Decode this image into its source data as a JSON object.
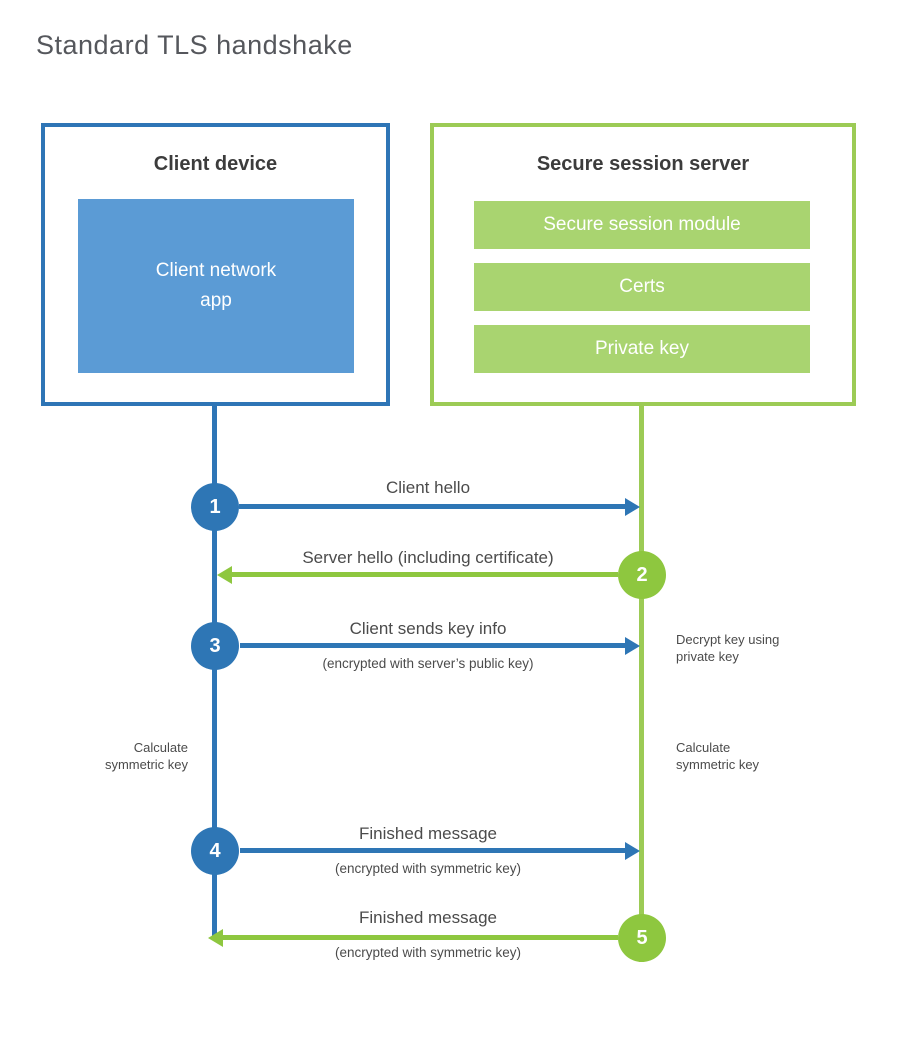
{
  "title": "Standard TLS handshake",
  "colors": {
    "blue": "#2e75b6",
    "blue_light": "#5b9bd5",
    "green": "#8ec73f",
    "green_border": "#9ccb55",
    "green_light": "#a9d470"
  },
  "client_box": {
    "heading": "Client device",
    "app_label": "Client network\napp"
  },
  "server_box": {
    "heading": "Secure session server",
    "modules": [
      "Secure session module",
      "Certs",
      "Private key"
    ]
  },
  "steps": [
    {
      "number": "1",
      "label": "Client hello",
      "sublabel": "",
      "direction": "client-to-server"
    },
    {
      "number": "2",
      "label": "Server hello (including certificate)",
      "sublabel": "",
      "direction": "server-to-client"
    },
    {
      "number": "3",
      "label": "Client sends key info",
      "sublabel": "(encrypted with server’s public key)",
      "direction": "client-to-server"
    },
    {
      "number": "4",
      "label": "Finished message",
      "sublabel": "(encrypted with symmetric key)",
      "direction": "client-to-server"
    },
    {
      "number": "5",
      "label": "Finished message",
      "sublabel": "(encrypted with symmetric key)",
      "direction": "server-to-client"
    }
  ],
  "annotations": {
    "decrypt_note": "Decrypt key using private key",
    "client_calculate_note": "Calculate\nsymmetric key",
    "server_calculate_note": "Calculate\nsymmetric key"
  }
}
